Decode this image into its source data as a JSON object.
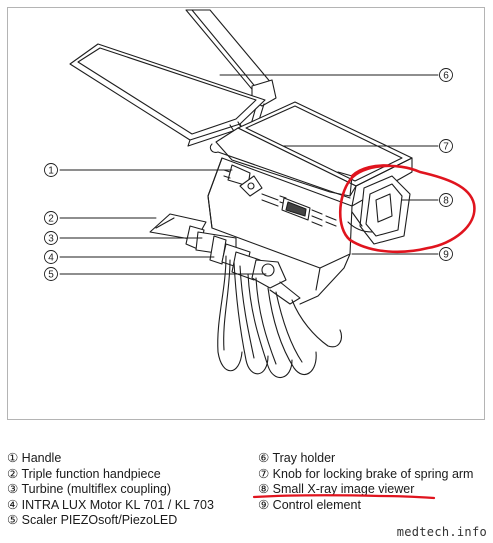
{
  "callouts": [
    {
      "id": "1",
      "label": "①"
    },
    {
      "id": "2",
      "label": "②"
    },
    {
      "id": "3",
      "label": "③"
    },
    {
      "id": "4",
      "label": "④"
    },
    {
      "id": "5",
      "label": "⑤"
    },
    {
      "id": "6",
      "label": "⑥"
    },
    {
      "id": "7",
      "label": "⑦"
    },
    {
      "id": "8",
      "label": "⑧"
    },
    {
      "id": "9",
      "label": "⑨"
    }
  ],
  "legend": {
    "left": [
      "① Handle",
      "② Triple function handpiece",
      "③ Turbine (multiflex coupling)",
      "④ INTRA LUX Motor KL 701 / KL 703",
      "⑤ Scaler PIEZOsoft/PiezoLED"
    ],
    "right": [
      "⑥ Tray holder",
      "⑦ Knob for locking brake of spring arm",
      "⑧ Small X-ray image viewer",
      "⑨ Control element"
    ]
  },
  "annotation_color": "#e0141e",
  "watermark": "medtech.info"
}
